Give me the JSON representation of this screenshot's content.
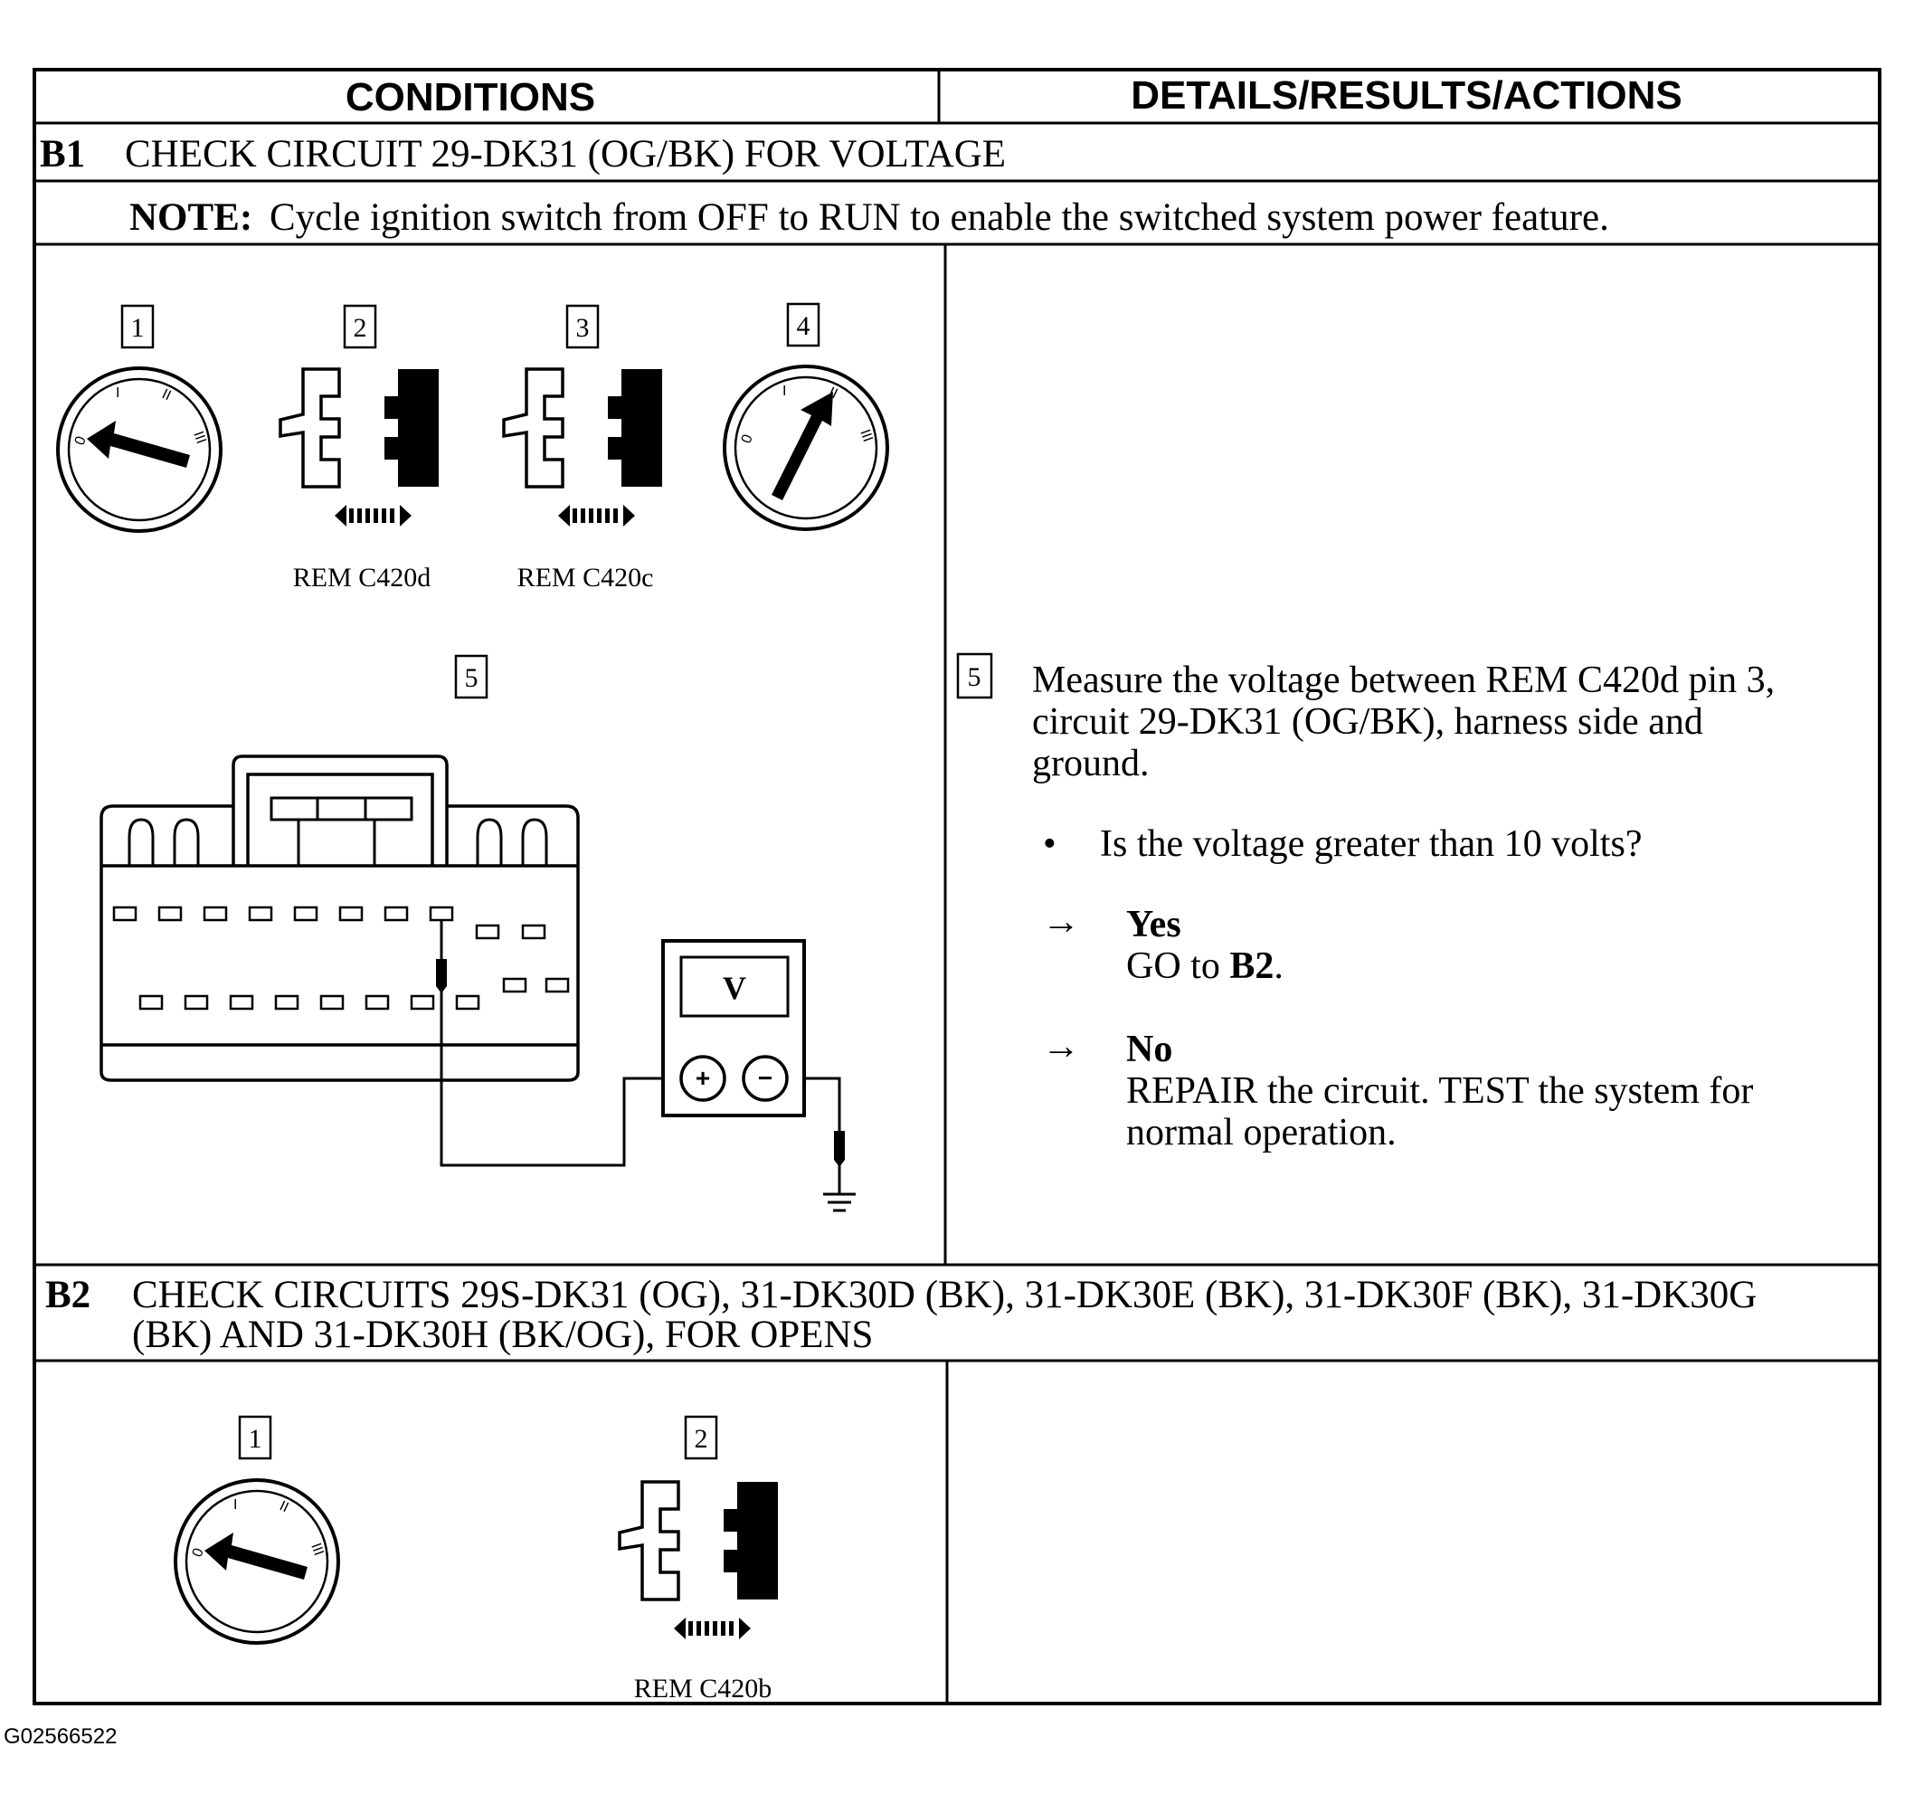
{
  "table": {
    "headers": {
      "conditions": "CONDITIONS",
      "details": "DETAILS/RESULTS/ACTIONS"
    }
  },
  "b1": {
    "id": "B1",
    "title": "CHECK CIRCUIT 29-DK31 (OG/BK) FOR VOLTAGE",
    "note_label": "NOTE:",
    "note_text": "Cycle ignition switch from OFF to RUN to enable the switched system power feature.",
    "steps": [
      "1",
      "2",
      "3",
      "4",
      "5"
    ],
    "connector_labels": [
      "REM C420d",
      "REM C420c"
    ],
    "meter_display": "V",
    "meter_plus": "+",
    "meter_minus": "−",
    "ignition_marks": [
      "0",
      "I",
      "II",
      "III"
    ],
    "action_step": "5",
    "action_lines": [
      "Measure the voltage between REM C420d pin 3,",
      "circuit 29-DK31 (OG/BK), harness side and",
      "ground."
    ],
    "question": "Is the voltage greater than 10 volts?",
    "bullet": "•",
    "arrow": "→",
    "yes_label": "Yes",
    "yes_prefix": "GO to ",
    "yes_target": "B2",
    "yes_suffix": ".",
    "no_label": "No",
    "no_lines": [
      "REPAIR the circuit. TEST the system for",
      "normal operation."
    ]
  },
  "b2": {
    "id": "B2",
    "title_lines": [
      "CHECK CIRCUITS 29S-DK31 (OG), 31-DK30D (BK), 31-DK30E (BK), 31-DK30F (BK), 31-DK30G",
      "(BK) AND 31-DK30H (BK/OG), FOR OPENS"
    ],
    "steps": [
      "1",
      "2"
    ],
    "connector_label": "REM C420b"
  },
  "figure_id": "G02566522"
}
